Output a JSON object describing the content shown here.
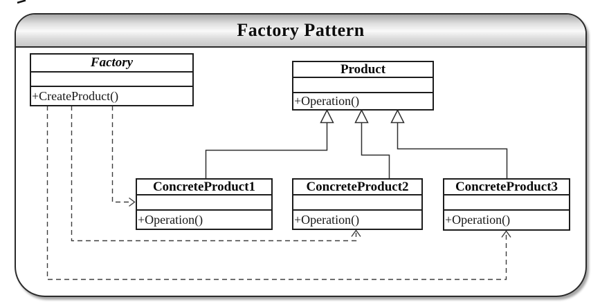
{
  "diagram_title": "Factory Pattern",
  "classes": {
    "factory": {
      "name": "Factory",
      "abstract": true,
      "attributes": "",
      "methods": "+CreateProduct()"
    },
    "product": {
      "name": "Product",
      "abstract": false,
      "attributes": "",
      "methods": "+Operation()"
    },
    "concrete_product_1": {
      "name": "ConcreteProduct1",
      "abstract": false,
      "attributes": "",
      "methods": "+Operation()"
    },
    "concrete_product_2": {
      "name": "ConcreteProduct2",
      "abstract": false,
      "attributes": "",
      "methods": "+Operation()"
    },
    "concrete_product_3": {
      "name": "ConcreteProduct3",
      "abstract": false,
      "attributes": "",
      "methods": "+Operation()"
    }
  },
  "relationships": [
    {
      "type": "generalization",
      "from": "ConcreteProduct1",
      "to": "Product",
      "line": "solid",
      "arrowhead": "hollow-triangle"
    },
    {
      "type": "generalization",
      "from": "ConcreteProduct2",
      "to": "Product",
      "line": "solid",
      "arrowhead": "hollow-triangle"
    },
    {
      "type": "generalization",
      "from": "ConcreteProduct3",
      "to": "Product",
      "line": "solid",
      "arrowhead": "hollow-triangle"
    },
    {
      "type": "dependency",
      "from": "Factory",
      "to": "ConcreteProduct1",
      "line": "dashed",
      "arrowhead": "open"
    },
    {
      "type": "dependency",
      "from": "Factory",
      "to": "ConcreteProduct2",
      "line": "dashed",
      "arrowhead": "open"
    },
    {
      "type": "dependency",
      "from": "Factory",
      "to": "ConcreteProduct3",
      "line": "dashed",
      "arrowhead": "open"
    }
  ],
  "colors": {
    "background": "#ffffff",
    "box_fill": "#ffffff",
    "line": "#2e2e2e",
    "header_gradient_top": "#a6a6a6",
    "header_gradient_light": "#f9f9f9",
    "header_gradient_bottom": "#c7c7c7"
  }
}
